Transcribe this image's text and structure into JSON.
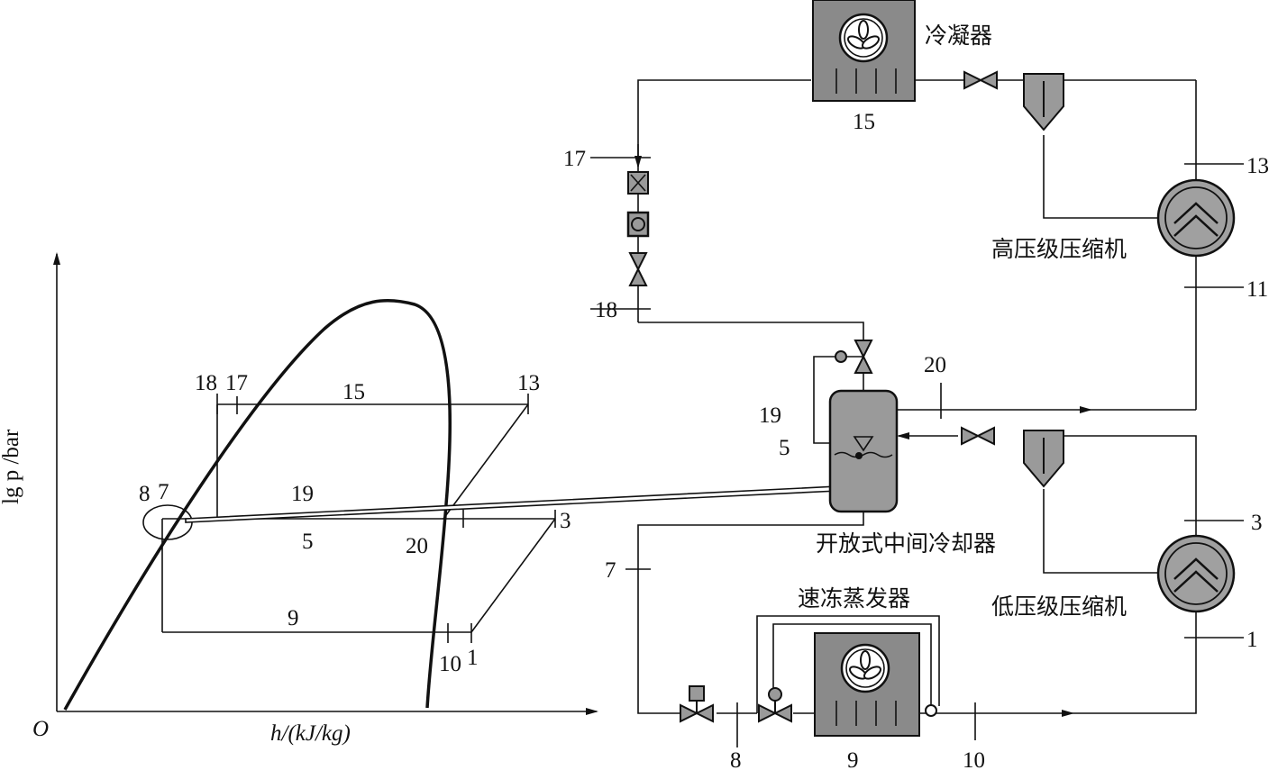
{
  "ph_chart": {
    "ylabel": "lg p /bar",
    "xlabel": "h/(kJ/kg)",
    "origin": "O",
    "state_labels": {
      "p18": "18",
      "p17": "17",
      "p15": "15",
      "p13": "13",
      "p8": "8",
      "p7": "7",
      "p19": "19",
      "p5": "5",
      "p20": "20",
      "p3": "3",
      "p9": "9",
      "p10": "10",
      "p1": "1"
    }
  },
  "components": {
    "condenser": "冷凝器",
    "high_compressor": "高压级压缩机",
    "low_compressor": "低压级压缩机",
    "intercooler": "开放式中间冷却器",
    "evaporator": "速冻蒸发器"
  },
  "line_labels": {
    "l15": "15",
    "l17": "17",
    "l18": "18",
    "l13": "13",
    "l11": "11",
    "l20": "20",
    "l19": "19",
    "l5": "5",
    "l3": "3",
    "l7": "7",
    "l1": "1",
    "l8": "8",
    "l9": "9",
    "l10": "10"
  }
}
